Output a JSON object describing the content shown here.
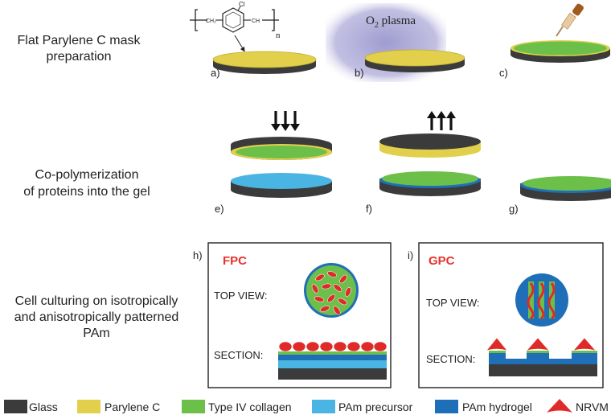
{
  "rows": {
    "row1_title_line1": "Flat Parylene C mask",
    "row1_title_line2": "preparation",
    "row2_title_line1": "Co-polymerization",
    "row2_title_line2": "of  proteins into the gel",
    "row3_title_line1": "Cell culturing on isotropically",
    "row3_title_line2": "and anisotropically patterned",
    "row3_title_line3": "PAm"
  },
  "panels": {
    "a": "a)",
    "b": "b)",
    "c": "c)",
    "e": "e)",
    "f": "f)",
    "g": "g)",
    "h": "h)",
    "i": "i)"
  },
  "chem": {
    "cl": "Cl",
    "ch2": "CH₂",
    "ch": "CH",
    "n": "n"
  },
  "plasma": {
    "label_o": "O",
    "label_sub": "2",
    "label_rest": " plasma"
  },
  "boxes": {
    "fpc_title": "FPC",
    "gpc_title": "GPC",
    "top_view": "TOP VIEW:",
    "section": "SECTION:"
  },
  "legend": [
    {
      "label": "Glass",
      "color": "#3b3b3b",
      "icon": "rect"
    },
    {
      "label": "Parylene C",
      "color": "#e2d04c",
      "icon": "rect"
    },
    {
      "label": "Type IV collagen",
      "color": "#6cc04a",
      "icon": "rect"
    },
    {
      "label": "PAm precursor",
      "color": "#4ab4e2",
      "icon": "rect"
    },
    {
      "label": "PAm hydrogel",
      "color": "#1f6fb8",
      "icon": "rect"
    },
    {
      "label": "NRVM",
      "color": "#e02a2a",
      "icon": "nrvm-icon"
    }
  ],
  "colors": {
    "glass": "#3b3b3b",
    "parylene": "#e2d04c",
    "collagen": "#6cc04a",
    "precursor": "#4ab4e2",
    "hydrogel": "#1f6fb8",
    "nrvm": "#e02a2a",
    "title_red": "#e8322b",
    "plasma": "#9b97cf"
  }
}
